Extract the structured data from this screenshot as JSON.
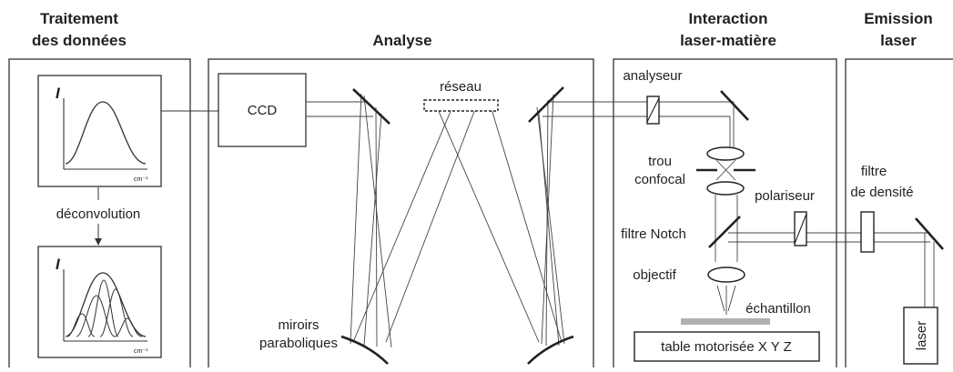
{
  "headers": {
    "data_processing_line1": "Traitement",
    "data_processing_line2": "des données",
    "analysis": "Analyse",
    "interaction_line1": "Interaction",
    "interaction_line2": "laser-matière",
    "emission_line1": "Emission",
    "emission_line2": "laser"
  },
  "data_processing": {
    "axis_label_top": "I",
    "axis_label_bottom": "I",
    "unit_top": "cm⁻¹",
    "unit_bottom": "cm⁻¹",
    "deconvolution_label": "déconvolution"
  },
  "analysis": {
    "ccd_label": "CCD",
    "grating_label": "réseau",
    "mirrors_line1": "miroirs",
    "mirrors_line2": "paraboliques"
  },
  "interaction": {
    "analyzer_label": "analyseur",
    "pinhole_line1": "trou",
    "pinhole_line2": "confocal",
    "notch_label": "filtre Notch",
    "polarizer_label": "polariseur",
    "objective_label": "objectif",
    "sample_label": "échantillon",
    "stage_label": "table motorisée X Y Z"
  },
  "emission": {
    "density_filter_line1": "filtre",
    "density_filter_line2": "de densité",
    "laser_label": "laser"
  },
  "colors": {
    "stroke": "#333333",
    "sample": "#b0b0b0"
  }
}
